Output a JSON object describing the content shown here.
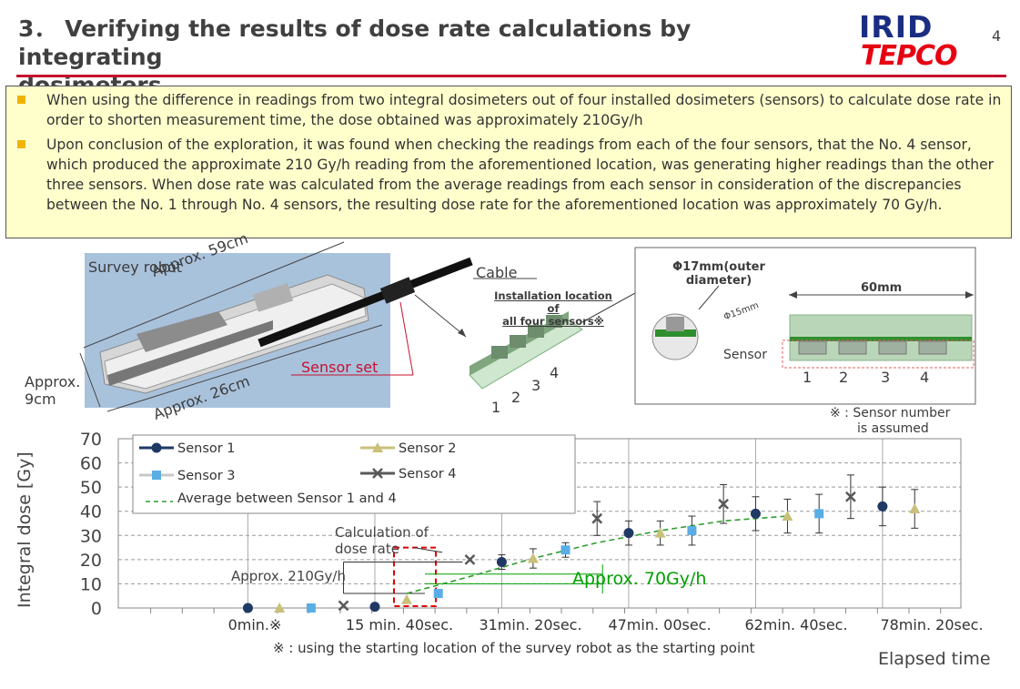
{
  "header": {
    "title_line1": "3． Verifying the results of dose rate calculations by integrating",
    "title_line2": "dosimeters",
    "page_number": "4",
    "logo_top": "IRID",
    "logo_bottom": "TEPCO"
  },
  "notes": [
    "When using the difference in readings from two integral dosimeters out of four installed dosimeters (sensors) to calculate dose rate in order to shorten measurement time, the dose obtained was approximately 210Gy/h",
    "Upon conclusion of the exploration, it was found when checking the readings from each of the four sensors, that the No. 4 sensor, which produced the approximate 210 Gy/h reading from the aforementioned location, was generating higher readings than the other three sensors. When dose rate was calculated from the average readings from each sensor in consideration of the discrepancies between the No. 1 through No. 4 sensors, the resulting dose rate for the aforementioned location was approximately 70 Gy/h."
  ],
  "robot_figure": {
    "photo_label": "Survey robot",
    "length_label": "Approx. 59cm",
    "width_label": "Approx. 26cm",
    "height_label_1": "Approx.",
    "height_label_2": "9cm",
    "cable_label": "Cable",
    "sensor_set_label": "Sensor set",
    "install_label_1": "Installation location of",
    "install_label_2": "all four sensors※",
    "sensor_numbers": [
      "1",
      "2",
      "3",
      "4"
    ]
  },
  "detail_figure": {
    "outer_diameter_1": "Φ17mm(outer",
    "outer_diameter_2": "diameter)",
    "diameter_label": "Φ15mm",
    "length_label": "60mm",
    "sensor_label": "Sensor",
    "sensor_numbers": [
      "1",
      "2",
      "3",
      "4"
    ],
    "note_1": "※ : Sensor number",
    "note_2": "is assumed"
  },
  "chart_data": {
    "type": "scatter",
    "ylabel": "Integral dose [Gy]",
    "xlabel": "Elapsed time",
    "ylim": [
      0,
      70
    ],
    "yticks": [
      0,
      10,
      20,
      30,
      40,
      50,
      60,
      70
    ],
    "x_tick_labels": [
      "0min.※",
      "15 min. 40sec.",
      "31min. 20sec.",
      "47min. 00sec.",
      "62min. 40sec.",
      "78min. 20sec."
    ],
    "x_tick_minutes": [
      0,
      15.67,
      31.33,
      47.0,
      62.67,
      78.33
    ],
    "xlim": [
      -16,
      88
    ],
    "grid": "dashed horizontal, solid vertical",
    "legend_placement": "top-left",
    "series": [
      {
        "name": "Sensor 1",
        "color": "#1f3864",
        "marker": "circle",
        "points": [
          [
            0,
            0
          ],
          [
            15.67,
            0.5
          ],
          [
            31.33,
            19
          ],
          [
            47.0,
            31
          ],
          [
            62.67,
            39
          ],
          [
            78.33,
            42
          ]
        ],
        "errors": [
          0,
          0,
          3,
          5,
          7,
          8
        ]
      },
      {
        "name": "Sensor 2",
        "color": "#c9c07a",
        "marker": "triangle",
        "points": [
          [
            3.9,
            0
          ],
          [
            19.6,
            3.5
          ],
          [
            35.2,
            20.5
          ],
          [
            50.9,
            31
          ],
          [
            66.6,
            38
          ],
          [
            82.3,
            41
          ]
        ],
        "errors": [
          0,
          0,
          4,
          5,
          7,
          8
        ]
      },
      {
        "name": "Sensor 3",
        "color": "#5aaee6",
        "marker": "square",
        "points": [
          [
            7.8,
            0
          ],
          [
            23.5,
            6
          ],
          [
            39.2,
            24
          ],
          [
            54.8,
            32
          ],
          [
            70.5,
            39
          ]
        ],
        "errors": [
          0,
          0,
          3,
          6,
          8
        ]
      },
      {
        "name": "Sensor 4",
        "color": "#595959",
        "marker": "x",
        "points": [
          [
            11.8,
            1
          ],
          [
            27.4,
            20
          ],
          [
            43.1,
            37
          ],
          [
            58.7,
            43
          ],
          [
            74.4,
            46
          ]
        ],
        "errors": [
          0,
          0,
          7,
          8,
          9
        ]
      }
    ],
    "average_series": {
      "name": "Average between Sensor 1 and 4",
      "color": "#2e9e2e",
      "points": [
        [
          19.6,
          6
        ],
        [
          27.4,
          13
        ],
        [
          35.2,
          20.5
        ],
        [
          43.1,
          27
        ],
        [
          50.9,
          32
        ],
        [
          58.7,
          36
        ],
        [
          66.6,
          38
        ]
      ]
    },
    "annotations": {
      "calc_label_1": "Calculation of",
      "calc_label_2": "dose rate",
      "approx_210": "Approx. 210Gy/h",
      "approx_70": "Approx. 70Gy/h",
      "footnote": "※ : using the starting location of the survey robot as the starting point"
    }
  },
  "colors": {
    "title_rule": "#c8102e",
    "notes_background": "#ffffcc",
    "bullet": "#f0b400",
    "approx_70_green": "#00a000",
    "highlight_red": "#e00000"
  }
}
